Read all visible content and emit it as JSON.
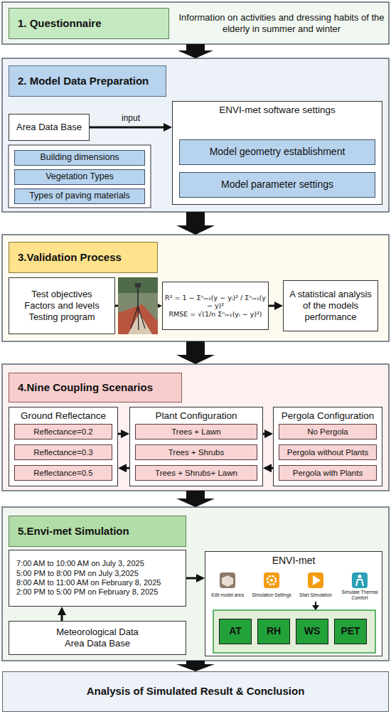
{
  "diagram": {
    "nodes": [
      {
        "text": [
          "1. Questionnaire"
        ]
      },
      {
        "text": [
          "2. Model Data Preparation"
        ]
      },
      {
        "text": [
          "Area Data Base"
        ]
      },
      {
        "text": [
          "ENVI-met software settings"
        ]
      },
      {
        "text": [
          "Model geometry establishment"
        ],
        "in": 3
      },
      {
        "text": [
          "Model parameter settings"
        ],
        "in": 3
      },
      {
        "text": [
          "Building dimensions"
        ]
      },
      {
        "text": [
          "Vegetation Types"
        ]
      },
      {
        "text": [
          "Types of paving materials"
        ]
      },
      {
        "text": [
          "3.Validation Process"
        ]
      },
      {
        "text": [
          "Test objectives",
          "Factors and levels",
          "Testing program"
        ]
      },
      {
        "text": [
          "R² = 1 − Σⁿᵢ₌₁(y − yᵢ)² / Σⁿᵢ₌₁(y − y)²",
          "RMSE = √(1/n Σⁿᵢ₌₁(yᵢ − y)²)"
        ]
      },
      {
        "text": [
          "A statistical analysis of the models performance"
        ]
      },
      {
        "text": [
          "4.Nine Coupling Scenarios"
        ]
      },
      {
        "text": [
          "Ground Reflectance"
        ]
      },
      {
        "text": [
          "Reflectance=0.2"
        ],
        "in": 14
      },
      {
        "text": [
          "Reflectance=0.3"
        ],
        "in": 14
      },
      {
        "text": [
          "Reflectance=0.5"
        ],
        "in": 14
      },
      {
        "text": [
          "Plant Configuration"
        ]
      },
      {
        "text": [
          "Trees + Lawn"
        ],
        "in": 18
      },
      {
        "text": [
          "Trees + Shrubs"
        ],
        "in": 18
      },
      {
        "text": [
          "Trees + Shrubs+ Lawn"
        ],
        "in": 18
      },
      {
        "text": [
          "Pergola Configuration"
        ]
      },
      {
        "text": [
          "No Pergola"
        ],
        "in": 22
      },
      {
        "text": [
          "Pergola without Plants"
        ],
        "in": 22
      },
      {
        "text": [
          "Pergola with Plants"
        ],
        "in": 22
      },
      {
        "text": [
          "5.Envi-met Simulation"
        ]
      },
      {
        "text": [
          "7:00 AM to 10:00 AM on July 3, 2025",
          "5:00 PM to 8:00 PM on July 3,2025",
          "8:00 AM to 11:00 AM on February 8, 2025",
          "2:00 PM to 5:00 PM on February 8, 2025"
        ]
      },
      {
        "text": [
          "Meteorological Data",
          "Area Data Base"
        ]
      },
      {
        "text": [
          "ENVI-met"
        ]
      },
      {
        "text": [
          "AT"
        ],
        "in": 29
      },
      {
        "text": [
          "RH"
        ],
        "in": 29
      },
      {
        "text": [
          "WS"
        ],
        "in": 29
      },
      {
        "text": [
          "PET"
        ],
        "in": 29
      },
      {
        "text": [
          "Analysis of Simulated Result & Conclusion"
        ]
      }
    ],
    "edges": [
      {
        "from": 2,
        "to": 3,
        "label": "input",
        "arrow": "to"
      },
      {
        "from": 10,
        "to": 11,
        "arrow": "to"
      },
      {
        "from": 11,
        "to": 12,
        "arrow": "to"
      },
      {
        "from": 14,
        "to": 18,
        "arrow": "to"
      },
      {
        "from": 18,
        "to": 22,
        "arrow": "to"
      },
      {
        "from": 22,
        "to": 18,
        "arrow": "to"
      },
      {
        "from": 18,
        "to": 14,
        "arrow": "to"
      },
      {
        "from": 28,
        "to": 27,
        "arrow": "to"
      },
      {
        "from": 27,
        "to": 29,
        "arrow": "to"
      }
    ],
    "labels": [
      "Information on activities and dressing habits of the elderly in summer and winter",
      "Edit model area",
      "Simulation Settings",
      "Start Simulation",
      "Simulate Thermal Comfort"
    ]
  }
}
